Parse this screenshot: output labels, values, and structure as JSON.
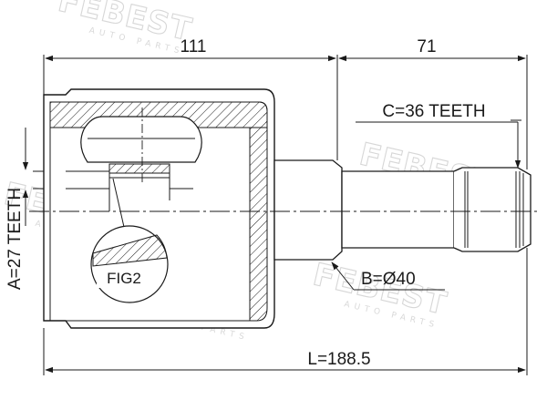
{
  "watermark": {
    "brand": "FEBEST",
    "tagline": "AUTO PARTS"
  },
  "dimensions": {
    "total_length": "L=188.5",
    "housing_length": "111",
    "shaft_length": "71",
    "inner_spline": "A=27 TEETH",
    "outer_spline": "C=36 TEETH",
    "seat_diameter": "B=Ø40"
  },
  "detail_label": "FIG2",
  "colors": {
    "line": "#1a1a1a",
    "watermark": "#d7d7d7",
    "background": "#ffffff"
  }
}
